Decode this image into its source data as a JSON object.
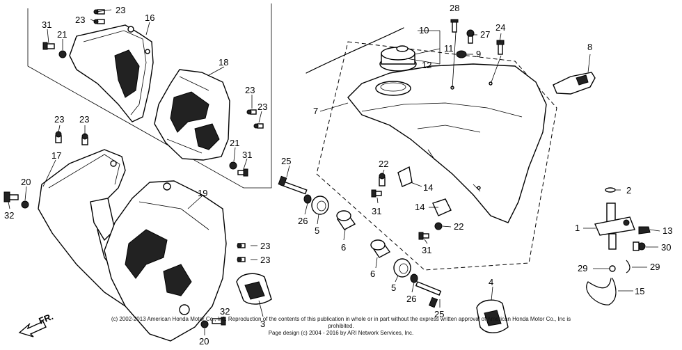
{
  "labels": {
    "p1": "1",
    "p2": "2",
    "p3": "3",
    "p4": "4",
    "p5a": "5",
    "p5b": "5",
    "p6a": "6",
    "p6b": "6",
    "p7": "7",
    "p8": "8",
    "p9": "9",
    "p10": "10",
    "p11": "11",
    "p12": "12",
    "p13": "13",
    "p14a": "14",
    "p14b": "14",
    "p15": "15",
    "p16": "16",
    "p17": "17",
    "p18": "18",
    "p19": "19",
    "p20a": "20",
    "p20b": "20",
    "p21a": "21",
    "p21b": "21",
    "p22a": "22",
    "p22b": "22",
    "p23a": "23",
    "p23b": "23",
    "p23c": "23",
    "p23d": "23",
    "p23e": "23",
    "p23f": "23",
    "p23g": "23",
    "p23h": "23",
    "p24": "24",
    "p25a": "25",
    "p25b": "25",
    "p26a": "26",
    "p26b": "26",
    "p27": "27",
    "p28": "28",
    "p29a": "29",
    "p29b": "29",
    "p30": "30",
    "p31a": "31",
    "p31b": "31",
    "p31c": "31",
    "p31d": "31",
    "p32a": "32",
    "p32b": "32"
  },
  "front_arrow": "FR.",
  "copyright": {
    "line1": "(c) 2002-2013 American Honda Motor Co., Inc. Reproduction of the contents of this publication in whole or in part without the express written approval of American Honda Motor Co., Inc is prohibited.",
    "line2": "Page design (c) 2004 - 2016 by ARI Network Services, Inc."
  }
}
